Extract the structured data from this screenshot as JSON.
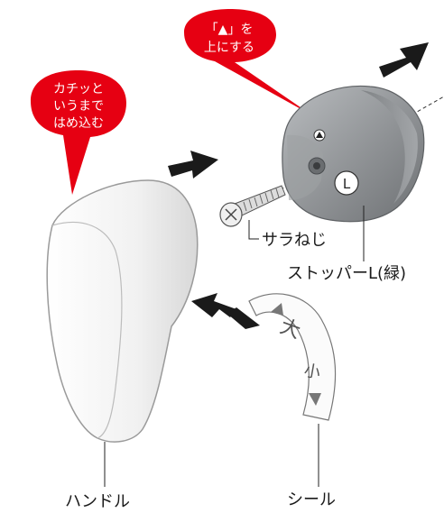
{
  "callouts": {
    "top_bubble": [
      "「▲」を",
      "上にする"
    ],
    "left_bubble": [
      "カチッと",
      "いうまで",
      "はめ込む"
    ]
  },
  "labels": {
    "screw": "サラねじ",
    "stopper": "ストッパーL(緑)",
    "handle": "ハンドル",
    "seal": "シール"
  },
  "seal_marks": {
    "big": "大",
    "small": "小"
  },
  "stopper_letter": "L",
  "colors": {
    "bubble": "#e60012",
    "arrow": "#1a1a1a",
    "stopper": "#8a8d90",
    "handle": "#f4f4f4"
  }
}
